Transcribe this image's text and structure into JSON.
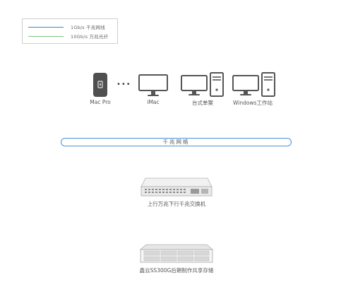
{
  "legend": {
    "items": [
      {
        "label": "1Gb/s 千兆网线",
        "color": "#2a8fd8"
      },
      {
        "label": "10Gb/s 万兆光纤",
        "color": "#7cc47a"
      }
    ]
  },
  "devices": {
    "mac_pro": "Mac Pro",
    "ellipsis": "•••",
    "imac": "iMac",
    "desktop": "台式单案",
    "windows_ws": "Windows工作站"
  },
  "network": {
    "label": "千兆网络"
  },
  "switch": {
    "label": "上行万兆下行千兆交换机"
  },
  "storage": {
    "label": "鑫云SS300G后期制作共享存储"
  }
}
